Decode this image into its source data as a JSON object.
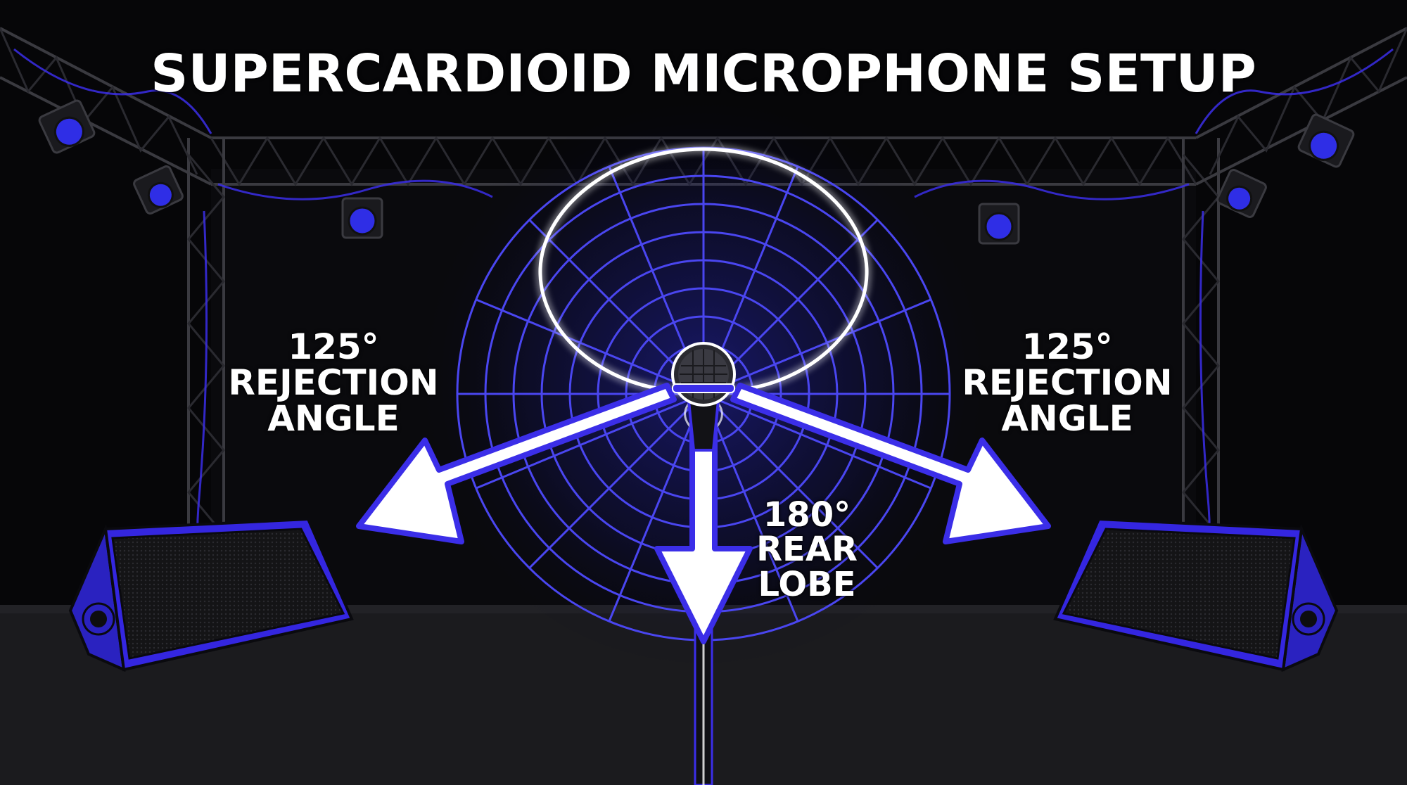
{
  "title": "SUPERCARDIOID MICROPHONE SETUP",
  "labels": {
    "left_rejection": {
      "angle": "125°",
      "line1": "REJECTION",
      "line2": "ANGLE"
    },
    "right_rejection": {
      "angle": "125°",
      "line1": "REJECTION",
      "line2": "ANGLE"
    },
    "rear_lobe": {
      "angle": "180°",
      "line1": "REAR",
      "line2": "LOBE"
    }
  },
  "colors": {
    "background": "#050507",
    "accent_blue": "#3b2ee8",
    "grid_blue": "#4a46f0",
    "pattern_white": "#ffffff",
    "stage_floor": "#1c1c1f"
  },
  "icons": [
    "stage-light-icon",
    "speaker-monitor-icon",
    "microphone-icon",
    "arrow-icon"
  ]
}
